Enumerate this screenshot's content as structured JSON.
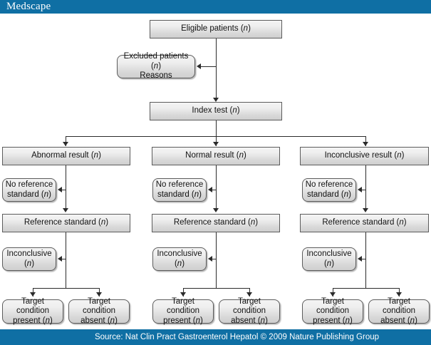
{
  "header": {
    "brand": "Medscape",
    "brand_color": "#0f6fa4"
  },
  "footer": {
    "source": "Source: Nat Clin Pract Gastroenterol Hepatol © 2009 Nature Publishing Group",
    "bar_color": "#0f6fa4"
  },
  "chart_data": {
    "type": "diagram",
    "title": "STARD diagnostic accuracy study flow diagram",
    "node_style": {
      "rect_border": "#5c5c5c",
      "fill_top": "#f4f4f4",
      "fill_bottom": "#cfcfcf",
      "connector": "#2b2b2b"
    },
    "nodes": {
      "eligible": "Eligible patients (n)",
      "excluded": "Excluded patients (n)\nReasons",
      "index_test": "Index test (n)",
      "abnormal_result": "Abnormal result (n)",
      "normal_result": "Normal result (n)",
      "inconclusive_result": "Inconclusive result (n)",
      "no_reference_standard": "No reference\nstandard (n)",
      "reference_standard": "Reference standard (n)",
      "inconclusive": "Inconclusive\n(n)",
      "target_present": "Target condition\npresent (n)",
      "target_absent": "Target condition\nabsent (n)"
    },
    "columns": [
      {
        "name": "abnormal",
        "result": "Abnormal result (n)",
        "no_reference_standard": "No reference\nstandard (n)",
        "reference_standard": "Reference standard (n)",
        "inconclusive": "Inconclusive\n(n)",
        "outcomes": [
          "Target condition\npresent (n)",
          "Target condition\nabsent (n)"
        ]
      },
      {
        "name": "normal",
        "result": "Normal result (n)",
        "no_reference_standard": "No reference\nstandard (n)",
        "reference_standard": "Reference standard (n)",
        "inconclusive": "Inconclusive\n(n)",
        "outcomes": [
          "Target condition\npresent (n)",
          "Target condition\nabsent (n)"
        ]
      },
      {
        "name": "inconclusive",
        "result": "Inconclusive result (n)",
        "no_reference_standard": "No reference\nstandard (n)",
        "reference_standard": "Reference standard (n)",
        "inconclusive": "Inconclusive\n(n)",
        "outcomes": [
          "Target condition\npresent (n)",
          "Target condition\nabsent (n)"
        ]
      }
    ],
    "edges": [
      {
        "from": "eligible",
        "to": "index_test",
        "type": "arrow-down"
      },
      {
        "from": "index_test_spine",
        "to": "excluded",
        "type": "arrow-left"
      },
      {
        "from": "index_test",
        "to": "abnormal_result",
        "type": "arrow-down"
      },
      {
        "from": "index_test",
        "to": "normal_result",
        "type": "arrow-down"
      },
      {
        "from": "index_test",
        "to": "inconclusive_result",
        "type": "arrow-down"
      },
      {
        "from": "result_spine",
        "to": "no_reference_standard",
        "type": "arrow-left"
      },
      {
        "from": "result",
        "to": "reference_standard",
        "type": "arrow-down"
      },
      {
        "from": "reference_spine",
        "to": "inconclusive",
        "type": "arrow-left"
      },
      {
        "from": "reference_standard",
        "to": "target_present",
        "type": "arrow-down"
      },
      {
        "from": "reference_standard",
        "to": "target_absent",
        "type": "arrow-down"
      }
    ]
  }
}
